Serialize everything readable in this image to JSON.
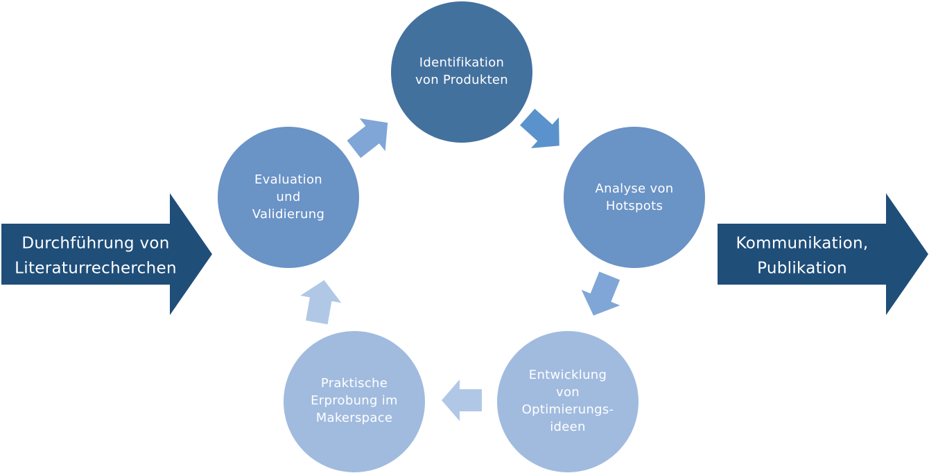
{
  "colors": {
    "dark_navy": "#1f4e79",
    "node_top": "#43719e",
    "node_mid": "#6a93c6",
    "node_low": "#a1bbdf",
    "connector_1": "#5a92cc",
    "connector_2": "#7fa6d6",
    "connector_3": "#b0c8e6"
  },
  "input_arrow": {
    "lines": [
      "Durchführung von",
      "Literaturrecherchen"
    ]
  },
  "output_arrow": {
    "lines": [
      "Kommunikation,",
      "Publikation"
    ]
  },
  "cycle": [
    {
      "id": "identifikation",
      "lines": [
        "Identifikation",
        "von Produkten"
      ]
    },
    {
      "id": "analyse",
      "lines": [
        "Analyse von",
        "Hotspots"
      ]
    },
    {
      "id": "entwicklung",
      "lines": [
        "Entwicklung",
        "von",
        "Optimierungs-",
        "ideen"
      ]
    },
    {
      "id": "erprobung",
      "lines": [
        "Praktische",
        "Erprobung im",
        "Makerspace"
      ]
    },
    {
      "id": "evaluation",
      "lines": [
        "Evaluation",
        "und",
        "Validierung"
      ]
    }
  ],
  "connectors": [
    {
      "name": "connector-identifikation-to-analyse",
      "icon": "arrow-right-down-icon"
    },
    {
      "name": "connector-analyse-to-entwicklung",
      "icon": "arrow-down-left-icon"
    },
    {
      "name": "connector-entwicklung-to-erprobung",
      "icon": "arrow-left-icon"
    },
    {
      "name": "connector-erprobung-to-evaluation",
      "icon": "arrow-up-icon"
    },
    {
      "name": "connector-evaluation-to-identifikation",
      "icon": "arrow-up-right-icon"
    }
  ]
}
